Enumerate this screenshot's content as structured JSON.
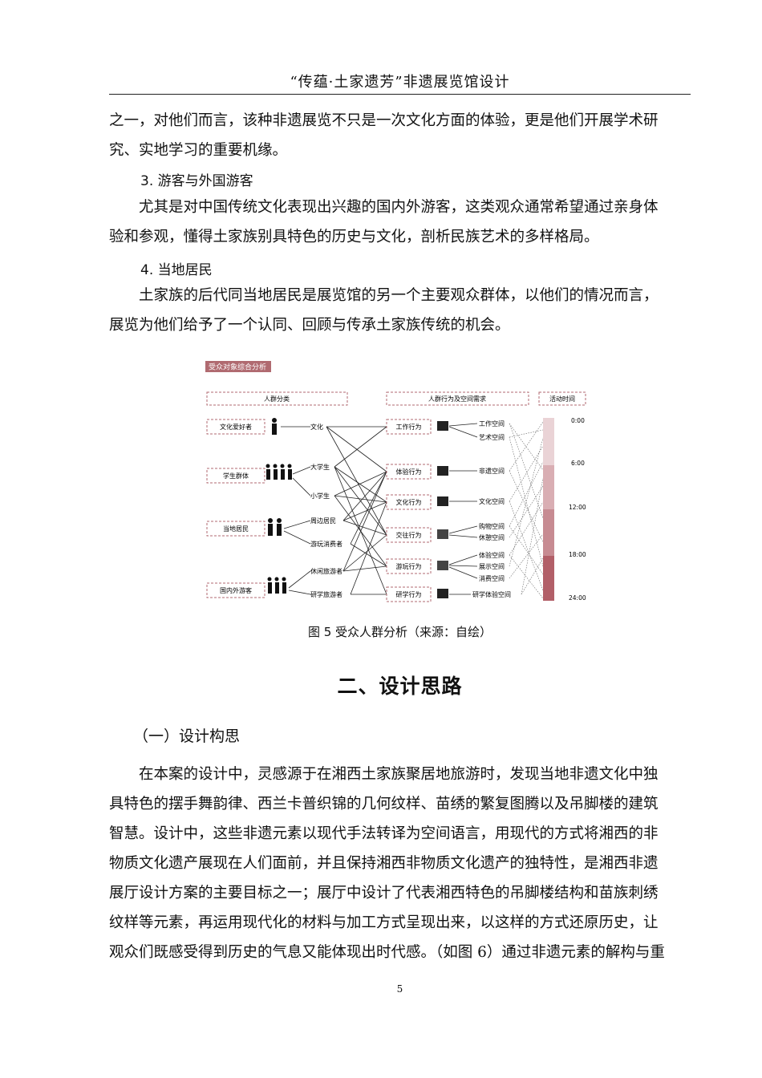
{
  "header": {
    "title": "“传蕴·土家遗芳”非遗展览馆设计"
  },
  "body": {
    "p1": [
      "之一，对他们而言，该种非遗展览不只是一次文化方面的体验，更是他们开展学术研",
      "究、实地学习的重要机缘。"
    ],
    "sub3": "3. 游客与外国游客",
    "p2": [
      "尤其是对中国传统文化表现出兴趣的国内外游客，这类观众通常希望通过亲身体",
      "验和参观，懂得土家族别具特色的历史与文化，剖析民族艺术的多样格局。"
    ],
    "sub4": "4. 当地居民",
    "p3": [
      "土家族的后代同当地居民是展览馆的另一个主要观众群体，以他们的情况而言，",
      "展览为他们给予了一个认同、回顾与传承土家族传统的机会。"
    ],
    "figure": {
      "title": "受众对象综合分析",
      "col_heads": [
        "人群分类",
        "人群行为及空间需求",
        "活动时间"
      ],
      "groups": [
        "文化爱好者",
        "学生群体",
        "当地居民",
        "国内外游客"
      ],
      "subgroups": [
        "文化",
        "大学生",
        "小学生",
        "周边居民",
        "游玩消费者",
        "休闲旅游者",
        "研学旅游者"
      ],
      "behaviors": [
        "工作行为",
        "体验行为",
        "文化行为",
        "交往行为",
        "游玩行为",
        "研学行为"
      ],
      "spaces": [
        "工作空间",
        "艺术空间",
        "非遗空间",
        "文化空间",
        "购物空间",
        "休憩空间",
        "体验空间",
        "展示空间",
        "消费空间",
        "研学体验空间"
      ],
      "times": [
        "0:00",
        "6:00",
        "12:00",
        "18:00",
        "24:00"
      ],
      "colors": {
        "accent": "#b06a70",
        "bar1": "#ead3d6",
        "bar2": "#d9aeb3",
        "bar3": "#c78b92",
        "bar4": "#b25f68"
      }
    },
    "caption": "图 5 受众人群分析（来源：自绘）",
    "h1": "二、设计思路",
    "h2": "（一）设计构思",
    "p4": [
      "在本案的设计中，灵感源于在湘西土家族聚居地旅游时，发现当地非遗文化中独",
      "具特色的摆手舞韵律、西兰卡普织锦的几何纹样、苗绣的繁复图腾以及吊脚楼的建筑",
      "智慧。设计中，这些非遗元素以现代手法转译为空间语言，用现代的方式将湘西的非",
      "物质文化遗产展现在人们面前，并且保持湘西非物质文化遗产的独特性，是湘西非遗",
      "展厅设计方案的主要目标之一；展厅中设计了代表湘西特色的吊脚楼结构和苗族刺绣",
      "纹样等元素，再运用现代化的材料与加工方式呈现出来，以这样的方式还原历史，让",
      "观众们既感受得到历史的气息又能体现出时代感。（如图 6）通过非遗元素的解构与重"
    ],
    "page_number": "5"
  }
}
